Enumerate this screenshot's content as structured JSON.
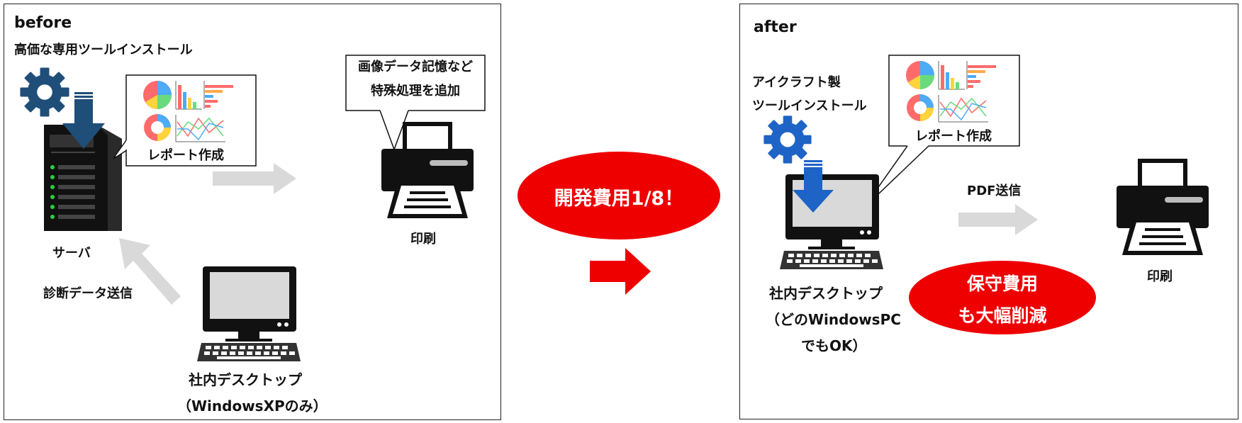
{
  "before": {
    "title": "before",
    "install_label": "高価な専用ツールインストール",
    "report_label": "レポート作成",
    "server_label": "サーバ",
    "diagnosis_label": "診断データ送信",
    "printer_callout_line1": "画像データ記憶など",
    "printer_callout_line2": "特殊処理を追加",
    "print_label": "印刷",
    "desktop_label_line1": "社内デスクトップ",
    "desktop_label_line2": "（WindowsXPのみ）"
  },
  "middle": {
    "cost_badge": "開発費用1/8！"
  },
  "after": {
    "title": "after",
    "install_line1": "アイクラフト製",
    "install_line2": "ツールインストール",
    "report_label": "レポート作成",
    "pdf_label": "PDF送信",
    "print_label": "印刷",
    "desktop_label_line1": "社内デスクトップ",
    "desktop_label_line2": "（どのWindowsPC",
    "desktop_label_line3": "でもOK）",
    "maintenance_line1": "保守費用",
    "maintenance_line2": "も大幅削減"
  },
  "colors": {
    "gear_before": "#1f4e79",
    "gear_after": "#1e63c6",
    "download_arrow_before": "#1f4e79",
    "download_arrow_after": "#1e63c6",
    "red": "#ee0000",
    "gray_arrow": "#d9d9d9",
    "device_black": "#111111"
  }
}
